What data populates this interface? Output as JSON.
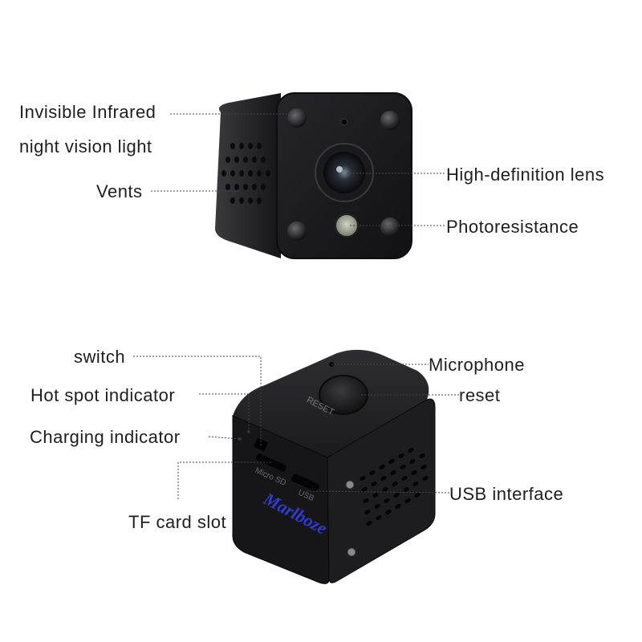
{
  "labels": {
    "ir_light_1": "Invisible Infrared",
    "ir_light_2": "night vision light",
    "vents": "Vents",
    "lens": "High-definition lens",
    "photoresistance": "Photoresistance",
    "switch": "switch",
    "hotspot": "Hot spot indicator",
    "charging": "Charging indicator",
    "tf_slot": "TF card slot",
    "microphone": "Microphone",
    "reset": "reset",
    "usb": "USB interface"
  },
  "device_markings": {
    "reset_text": "RESET",
    "microsd_text": "Micro SD",
    "usb_text": "USB",
    "brand_logo": "Marlboze"
  },
  "colors": {
    "body": "#1c1c1e",
    "body_edge": "#2b2b2e",
    "logo": "#2f3bd0"
  }
}
